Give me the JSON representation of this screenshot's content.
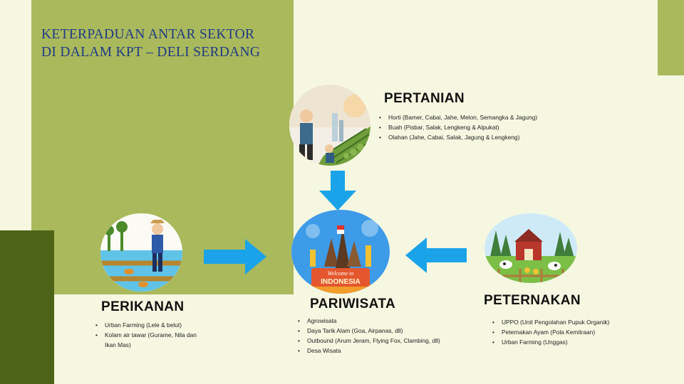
{
  "title_line1": "KETERPADUAN ANTAR SEKTOR",
  "title_line2": "DI DALAM KPT – DELI SERDANG",
  "pertanian": {
    "heading": "PERTANIAN",
    "items": [
      "Horti (Bamer, Cabai, Jahe, Melon, Semangka & Jagung)",
      "Buah (Pisbar, Salak, Lengkeng & Alpukat)",
      "Olahan (Jahe, Cabai, Salak, Jagung & Lengkeng)"
    ]
  },
  "perikanan": {
    "heading": "PERIKANAN",
    "items": [
      "Urban Farming (Lele & belut)",
      "Kolam air tawar (Gurame, Nila dan Ikan Mas)"
    ]
  },
  "pariwisata": {
    "heading": "PARIWISATA",
    "banner_welcome": "Welcome to",
    "banner_country": "INDONESIA",
    "items": [
      "Agrowisata",
      "Daya Tarik Alam (Goa, Airpanas, dll)",
      "Outbound (Arum Jeram, Flying Fox, Clambing, dll)",
      "Desa Wisata"
    ]
  },
  "peternakan": {
    "heading": "PETERNAKAN",
    "items": [
      "UPPO  (Unit Pengolahan Pupuk Organik)",
      "Peternakan Ayam (Pola Kemitraan)",
      "Urban Farming (Unggas)"
    ]
  },
  "colors": {
    "background": "#f5f7e1",
    "olive": "#aab95c",
    "dark_olive": "#4d6318",
    "title_blue": "#1f3a86",
    "arrow_blue": "#1aa3e8"
  },
  "icons": [
    "farmer-field-illustration",
    "fish-pond-illustration",
    "welcome-indonesia-illustration",
    "livestock-farm-illustration",
    "arrow-down-icon",
    "arrow-right-icon",
    "arrow-left-icon"
  ]
}
